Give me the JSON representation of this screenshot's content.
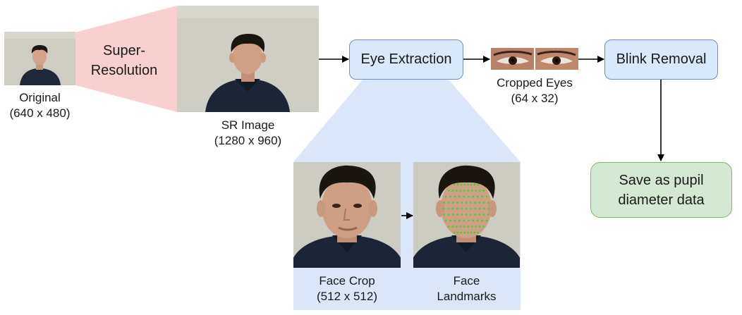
{
  "original": {
    "caption_line1": "Original",
    "caption_line2": "(640 x 480)"
  },
  "super_resolution": {
    "line1": "Super-",
    "line2": "Resolution"
  },
  "sr_image": {
    "caption_line1": "SR Image",
    "caption_line2": "(1280 x 960)"
  },
  "eye_extraction": {
    "label": "Eye Extraction"
  },
  "cropped_eyes": {
    "caption_line1": "Cropped Eyes",
    "caption_line2": "(64 x 32)"
  },
  "blink_removal": {
    "label": "Blink Removal"
  },
  "output": {
    "line1": "Save as pupil",
    "line2": "diameter data"
  },
  "face_crop": {
    "caption_line1": "Face Crop",
    "caption_line2": "(512 x 512)"
  },
  "face_landmarks": {
    "caption_line1": "Face",
    "caption_line2": "Landmarks"
  },
  "colors": {
    "sr_band": "#f8d0d0",
    "extraction_band": "#dbe7f8",
    "process_fill": "#dae8fc",
    "process_border": "#6c8ebf",
    "output_fill": "#d5e8d4",
    "output_border": "#82b366",
    "landmark": "#22dd33"
  }
}
